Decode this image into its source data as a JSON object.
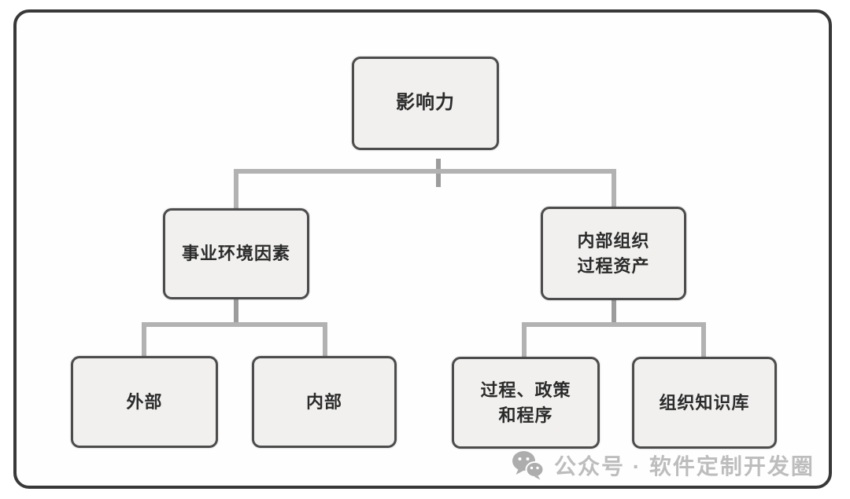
{
  "diagram": {
    "title_node": "影响力",
    "nodes": {
      "influence": {
        "label": "影响力"
      },
      "eef": {
        "label": "事业环境因素"
      },
      "opa": {
        "label": "内部组织\n过程资产"
      },
      "external": {
        "label": "外部"
      },
      "internal": {
        "label": "内部"
      },
      "ppp": {
        "label": "过程、政策\n和程序"
      },
      "okb": {
        "label": "组织知识库"
      }
    },
    "edges": [
      [
        "influence",
        "eef"
      ],
      [
        "influence",
        "opa"
      ],
      [
        "eef",
        "external"
      ],
      [
        "eef",
        "internal"
      ],
      [
        "opa",
        "ppp"
      ],
      [
        "opa",
        "okb"
      ]
    ],
    "colors": {
      "node_fill": "#f1f0ef",
      "node_border": "#4c4c4c",
      "connector": "#b2b2b2",
      "connector_dark": "#9c9c9c",
      "frame_border": "#383838",
      "text": "#2b2b2b",
      "watermark": "#bdbdbd"
    }
  },
  "watermark": {
    "icon": "wechat-icon",
    "text": "公众号 · 软件定制开发圈"
  }
}
